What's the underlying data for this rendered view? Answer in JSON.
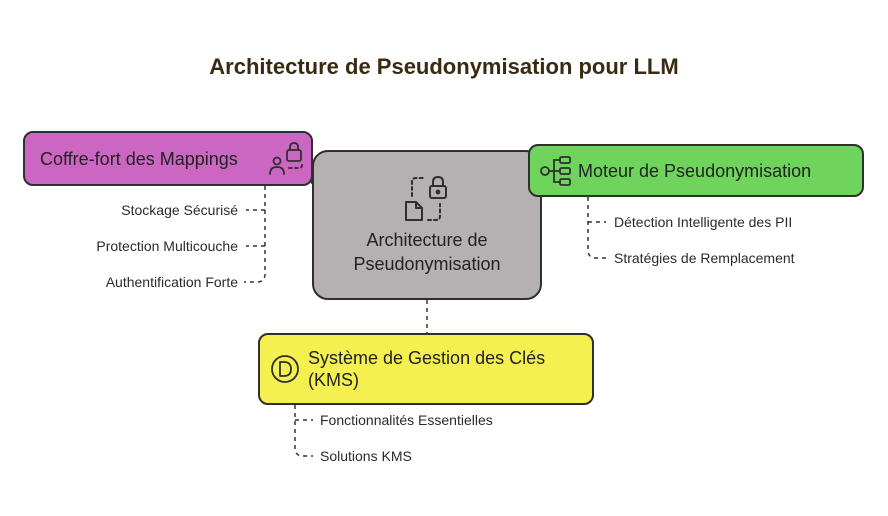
{
  "title": "Architecture de Pseudonymisation pour LLM",
  "center": {
    "line1": "Architecture de",
    "line2": "Pseudonymisation",
    "icon": "document-lock-icon"
  },
  "vault": {
    "label": "Coffre-fort des Mappings",
    "icon": "user-lock-icon",
    "color": "#cb66c2",
    "items": [
      "Stockage Sécurisé",
      "Protection Multicouche",
      "Authentification Forte"
    ]
  },
  "engine": {
    "label": "Moteur de Pseudonymisation",
    "icon": "flow-network-icon",
    "color": "#6fd45c",
    "items": [
      "Détection Intelligente des PII",
      "Stratégies de Remplacement"
    ]
  },
  "kms": {
    "line1": "Système de Gestion des Clés",
    "line2": "(KMS)",
    "icon": "circle-d-icon",
    "color": "#f4f04f",
    "items": [
      "Fonctionnalités Essentielles",
      "Solutions KMS"
    ]
  }
}
